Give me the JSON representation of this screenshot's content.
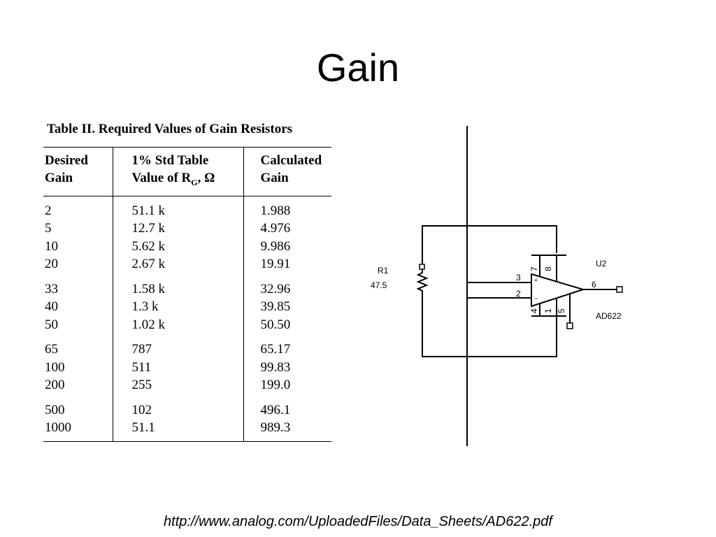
{
  "slide": {
    "title": "Gain",
    "source_url": "http://www.analog.com/UploadedFiles/Data_Sheets/AD622.pdf"
  },
  "table": {
    "caption": "Table II.  Required Values of Gain Resistors",
    "headers": {
      "desired_gain": [
        "Desired",
        "Gain"
      ],
      "std_value": [
        "1% Std Table",
        "Value of R",
        "G",
        ", Ω"
      ],
      "calculated_gain": [
        "Calculated",
        "Gain"
      ]
    },
    "rows": [
      [
        "2",
        "51.1 k",
        "1.988"
      ],
      [
        "5",
        "12.7 k",
        "4.976"
      ],
      [
        "10",
        "5.62 k",
        "9.986"
      ],
      [
        "20",
        "2.67 k",
        "19.91"
      ],
      [
        "33",
        "1.58 k",
        "32.96"
      ],
      [
        "40",
        "1.3 k",
        "39.85"
      ],
      [
        "50",
        "1.02 k",
        "50.50"
      ],
      [
        "65",
        "787",
        "65.17"
      ],
      [
        "100",
        "511",
        "99.83"
      ],
      [
        "200",
        "255",
        "199.0"
      ],
      [
        "500",
        "102",
        "496.1"
      ],
      [
        "1000",
        "51.1",
        "989.3"
      ]
    ]
  },
  "schematic": {
    "resistor_ref": "R1",
    "resistor_value": "47.5",
    "amp_ref": "U2",
    "amp_part": "AD622",
    "pins": {
      "p3": "3",
      "p2": "2",
      "p7": "7",
      "p8": "8",
      "p4": "4",
      "p1": "1",
      "p5": "5",
      "p6": "6",
      "plus": "+",
      "minus": "−"
    }
  }
}
